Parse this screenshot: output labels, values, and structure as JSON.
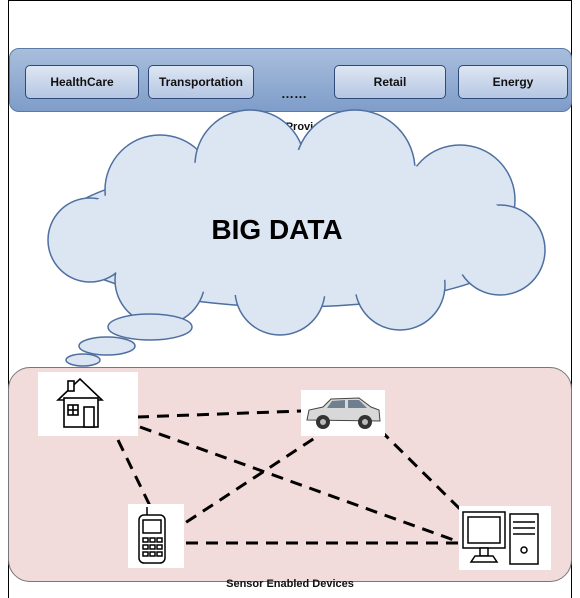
{
  "service_providers": {
    "items": [
      "HealthCare",
      "Transportation",
      "Retail",
      "Energy"
    ],
    "ellipsis": "……",
    "caption": "Service Providers"
  },
  "cloud": {
    "label": "BIG DATA"
  },
  "devices": {
    "caption": "Sensor Enabled Devices",
    "nodes": [
      "house-icon",
      "car-icon",
      "mobile-phone-icon",
      "desktop-computer-icon"
    ]
  },
  "colors": {
    "provider_bar": "#8fa9d2",
    "provider_box": "#c8d5eb",
    "device_panel": "#f2dcdb",
    "cloud_fill": "#dce6f2"
  }
}
